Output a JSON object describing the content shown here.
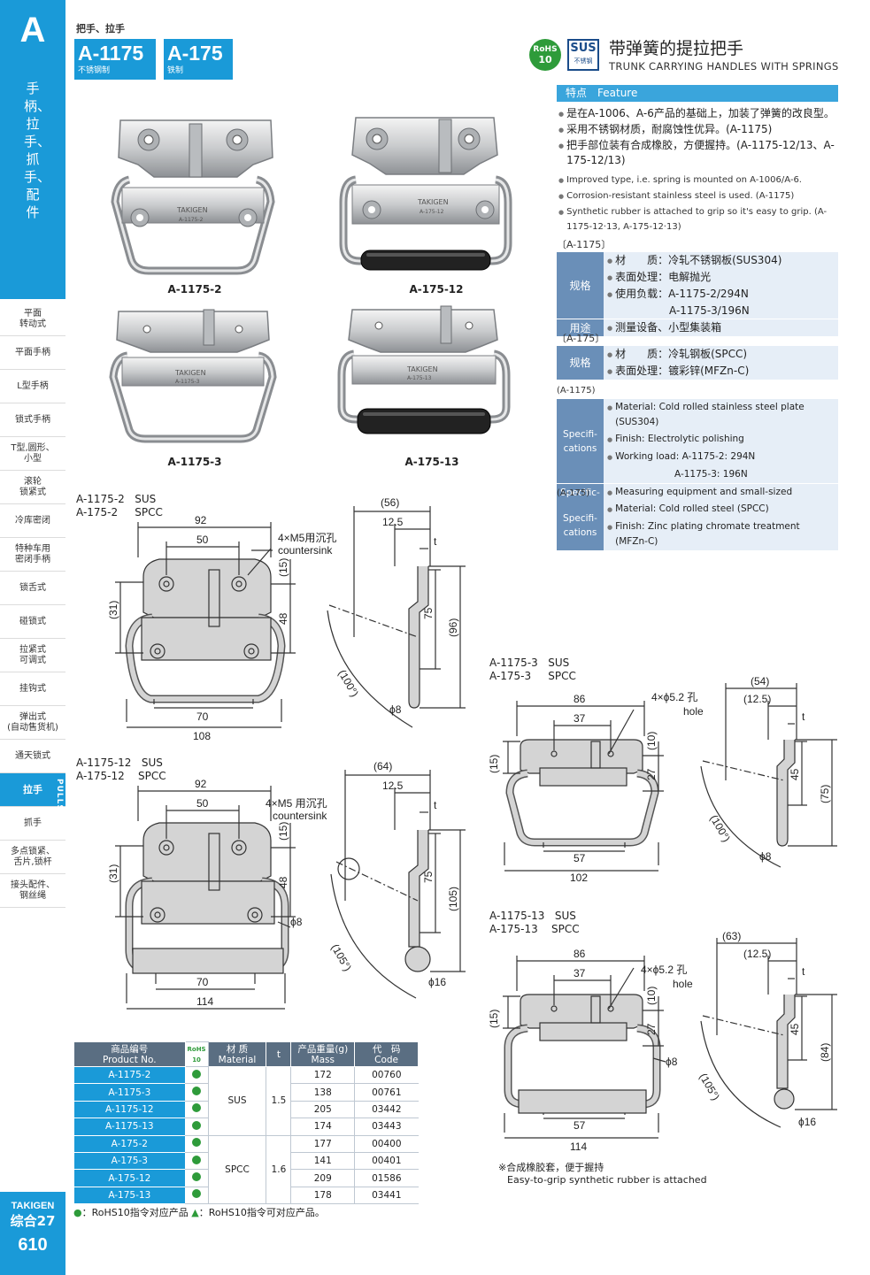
{
  "sidebar": {
    "letter": "A",
    "category": "手柄、拉手、抓手、配件",
    "nav": [
      "平面\n转动式",
      "平面手柄",
      "L型手柄",
      "锁式手柄",
      "T型,圆形、\n小型",
      "滚轮\n锁紧式",
      "冷库密闭",
      "特种车用\n密闭手柄",
      "锁舌式",
      "碰锁式",
      "拉紧式\n可调式",
      "挂钩式",
      "弹出式\n(自动售货机)",
      "通天锁式",
      "拉手",
      "抓手",
      "多点锁紧、\n舌片,锁杆",
      "接头配件、\n钢丝绳"
    ],
    "active_index": 14,
    "active_en": "PULLS",
    "brand": "TAKIGEN",
    "section": "综合27",
    "page_number": "610"
  },
  "header": {
    "breadcrumb": "把手、拉手",
    "models": [
      {
        "code": "A-1175",
        "sub": "不锈钢制"
      },
      {
        "code": "A-175",
        "sub": "铁制"
      }
    ],
    "rohs_line1": "RoHS",
    "rohs_line2": "10",
    "sus_title": "SUS",
    "sus_sub": "不锈钢",
    "title_cn": "带弹簧的提拉把手",
    "title_en": "TRUNK CARRYING HANDLES WITH SPRINGS"
  },
  "features": {
    "heading": "特点　Feature",
    "cn": [
      "是在A-1006、A-6产品的基础上，加装了弹簧的改良型。",
      "采用不锈钢材质，耐腐蚀性优异。(A-1175)",
      "把手部位装有合成橡胶，方便握持。(A-1175-12/13、A-175-12/13)"
    ],
    "en": [
      "Improved type, i.e. spring is mounted on A-1006/A-6.",
      "Corrosion-resistant stainless steel is used. (A-1175)",
      "Synthetic rubber is attached to grip so it's easy to grip. (A-1175-12·13, A-175-12·13)"
    ]
  },
  "spec_cn": {
    "label_1175": "〔A-1175〕",
    "spec_head": "规格",
    "rows_1175": [
      "材　　质：冷轧不锈钢板(SUS304)",
      "表面处理：电解抛光",
      "使用负载：A-1175-2/294N",
      "　　　　　A-1175-3/196N"
    ],
    "use_head": "用途",
    "use": "测量设备、小型集装箱",
    "label_175": "〔A-175〕",
    "rows_175": [
      "材　　质：冷轧钢板(SPCC)",
      "表面处理：镀彩锌(MFZn-C)"
    ]
  },
  "spec_en": {
    "label_1175": "(A-1175)",
    "spec_head": "Specifi-\ncations",
    "rows_1175": [
      "Material: Cold rolled stainless steel plate (SUS304)",
      "Finish: Electrolytic polishing",
      "Working load: A-1175-2: 294N",
      "A-1175-3: 196N"
    ],
    "use_head": "Specific-\nuse",
    "use": "Measuring equipment and small-sized containers",
    "label_175": "(A-175)",
    "rows_175": [
      "Material: Cold rolled steel (SPCC)",
      "Finish: Zinc plating chromate treatment (MFZn-C)"
    ]
  },
  "photos": [
    "A-1175-2",
    "A-175-12",
    "A-1175-3",
    "A-175-13"
  ],
  "photo_marking": {
    "brand": "TAKIGEN",
    "codes": [
      "A-1175-2",
      "A-175-12",
      "A-1175-3",
      "A-175-13"
    ]
  },
  "drawings": [
    {
      "l1": "A-1175-2",
      "m1": "SUS",
      "l2": "A-175-2",
      "m2": "SPCC",
      "w1": "92",
      "w2": "50",
      "w3": "70",
      "w4": "108",
      "h1": "(31)",
      "h2": "(15)",
      "h3": "48",
      "hole1": "4×M5用沉孔",
      "hole2": "countersink",
      "s1": "(56)",
      "s2": "12.5",
      "t": "t",
      "s3": "75",
      "s4": "(96)",
      "ang": "(100°)",
      "dia": "ϕ8"
    },
    {
      "l1": "A-1175-12",
      "m1": "SUS",
      "l2": "A-175-12",
      "m2": "SPCC",
      "w1": "92",
      "w2": "50",
      "w3": "70",
      "w4": "114",
      "h1": "(31)",
      "h2": "(15)",
      "h3": "48",
      "hole1": "4×M5 用沉孔",
      "hole2": "countersink",
      "s1": "(64)",
      "s2": "12.5",
      "t": "t",
      "s3": "75",
      "s4": "(105)",
      "ang": "(105°)",
      "dia": "ϕ8",
      "dia2": "ϕ16"
    },
    {
      "l1": "A-1175-3",
      "m1": "SUS",
      "l2": "A-175-3",
      "m2": "SPCC",
      "w1": "86",
      "w2": "37",
      "w3": "57",
      "w4": "102",
      "h1": "(15)",
      "h2": "(10)",
      "h3": "27",
      "hole1": "4×ϕ5.2 孔",
      "hole2": "hole",
      "s1": "(54)",
      "s2": "(12.5)",
      "t": "t",
      "s3": "45",
      "s4": "(75)",
      "ang": "(100°)",
      "dia": "ϕ8"
    },
    {
      "l1": "A-1175-13",
      "m1": "SUS",
      "l2": "A-175-13",
      "m2": "SPCC",
      "w1": "86",
      "w2": "37",
      "w3": "57",
      "w4": "114",
      "h1": "(15)",
      "h2": "(10)",
      "h3": "27",
      "hole1": "4×ϕ5.2 孔",
      "hole2": "hole",
      "s1": "(63)",
      "s2": "(12.5)",
      "t": "t",
      "s3": "45",
      "s4": "(84)",
      "ang": "(105°)",
      "dia": "ϕ8",
      "dia2": "ϕ16"
    }
  ],
  "rubber_note_cn": "※合成橡胶套，便于握持",
  "rubber_note_en": "Easy-to-grip synthetic rubber is attached",
  "product_table": {
    "headers": {
      "product_cn": "商品编号",
      "product_en": "Product No.",
      "rohs": "RoHS 10",
      "material_cn": "材 质",
      "material_en": "Material",
      "t": "t",
      "mass_cn": "产品重量(g)",
      "mass_en": "Mass",
      "code_cn": "代　码",
      "code_en": "Code"
    },
    "groups": [
      {
        "material": "SUS",
        "t": "1.5",
        "rows": [
          {
            "pn": "A-1175-2",
            "mass": "172",
            "code": "00760"
          },
          {
            "pn": "A-1175-3",
            "mass": "138",
            "code": "00761"
          },
          {
            "pn": "A-1175-12",
            "mass": "205",
            "code": "03442"
          },
          {
            "pn": "A-1175-13",
            "mass": "174",
            "code": "03443"
          }
        ]
      },
      {
        "material": "SPCC",
        "t": "1.6",
        "rows": [
          {
            "pn": "A-175-2",
            "mass": "177",
            "code": "00400"
          },
          {
            "pn": "A-175-3",
            "mass": "141",
            "code": "00401"
          },
          {
            "pn": "A-175-12",
            "mass": "209",
            "code": "01586"
          },
          {
            "pn": "A-175-13",
            "mass": "178",
            "code": "03441"
          }
        ]
      }
    ]
  },
  "legend": {
    "a_mark": "●",
    "a_text": "：RoHS10指令对应产品",
    "b_mark": "▲",
    "b_text": "：RoHS10指令可对应产品。"
  },
  "colors": {
    "brand_blue": "#1a9ad8",
    "rohs_green": "#2e9b3a",
    "spec_head": "#6a8fb8",
    "table_head": "#5a6e82"
  }
}
